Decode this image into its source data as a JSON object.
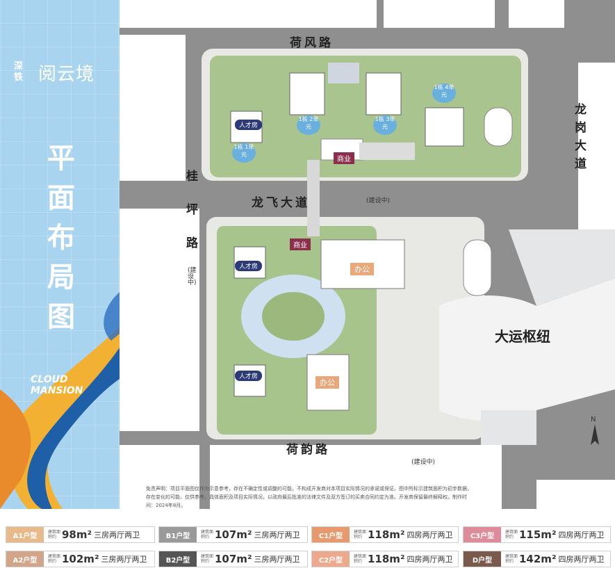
{
  "brand": {
    "developer": "深铁",
    "project": "阅云境",
    "english": "CLOUD MANSION",
    "title": "平面布局图"
  },
  "roads": {
    "north": "荷风路",
    "middle": "龙飞大道",
    "middle_note": "(建设中)",
    "south": "荷韵路",
    "south_note": "(建设中)",
    "west": "桂坪路",
    "west_note": "(建设中)",
    "east": "龙岗大道"
  },
  "buildings": {
    "commercial_north": "商业",
    "commercial_south": "商业",
    "talent_1": "人才房",
    "talent_2": "人才房",
    "talent_3": "人才房",
    "office_1": "办公",
    "office_2": "办公",
    "hub": "大运枢纽",
    "units": [
      {
        "text": "1栋 1单元"
      },
      {
        "text": "1栋 2单元"
      },
      {
        "text": "1栋 3单元"
      },
      {
        "text": "1栋 4单元"
      }
    ]
  },
  "compass": "N",
  "disclaimer": "免责声明：项目平面图仅作为示意参考，存在不确定性或调整的可能，不构成开发商对本项目实际情况的承诺或保证。图中所标示建筑面积为初步数据，存在变化的可能，仅供参考。具体面积及项目实际情况，以政府最后批准的法律文件及双方签订的买卖合同约定为准。开发商保留最终解释权。制作时间：2024年8月。",
  "legend": [
    {
      "code": "A1户型",
      "label": "建筑面积约",
      "area": "98m²",
      "desc": "三房两厅两卫",
      "color": "#e7b98b"
    },
    {
      "code": "B1户型",
      "label": "建筑面积约",
      "area": "107m²",
      "desc": "三房两厅两卫",
      "color": "#9a9a9a"
    },
    {
      "code": "C1户型",
      "label": "建筑面积约",
      "area": "118m²",
      "desc": "四房两厅两卫",
      "color": "#e69a6d"
    },
    {
      "code": "C3户型",
      "label": "建筑面积约",
      "area": "115m²",
      "desc": "四房两厅两卫",
      "color": "#de8c9a"
    },
    {
      "code": "A2户型",
      "label": "建筑面积约",
      "area": "102m²",
      "desc": "三房两厅两卫",
      "color": "#d2a48a"
    },
    {
      "code": "B2户型",
      "label": "建筑面积约",
      "area": "107m²",
      "desc": "三房两厅两卫",
      "color": "#555555"
    },
    {
      "code": "C2户型",
      "label": "建筑面积约",
      "area": "118m²",
      "desc": "四房两厅两卫",
      "color": "#eea98c"
    },
    {
      "code": "D户型",
      "label": "建筑面积约",
      "area": "142m²",
      "desc": "四房两厅两卫",
      "color": "#7a5a4c"
    }
  ]
}
